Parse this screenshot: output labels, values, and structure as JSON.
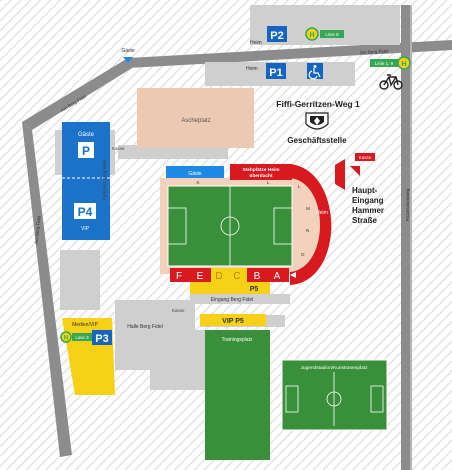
{
  "colors": {
    "road": "#8c8c8c",
    "building": "#cfcfcf",
    "parking_blue": "#1a73c9",
    "sign_blue": "#1565c0",
    "pitch_green": "#3a8f3a",
    "ascheplatz": "#ecc9b3",
    "track": "#f2d2bc",
    "stand_red": "#d71920",
    "vip_yellow": "#f7d117",
    "gaeste_blue": "#1e88e5",
    "bus_green": "#34a853",
    "hatch": "#e6e6e6"
  },
  "roads": {
    "am_berg_fidel_top": "Am Berg Fidel",
    "am_berg_fidel_diag": "Am Berg Fidel",
    "am_berg_fidel_left": "Am Berg Fidel",
    "prozessionsweg": "Prozessionsweg",
    "fiffi_gerritzen_weg": "Fiffi-Gerritzen-Weg 1",
    "parkplatz_berg_fidel": "Parkplatz Berg Fidel"
  },
  "labels": {
    "heim_top": "Heim",
    "heim_p1": "Heim",
    "heim_stand": "Heim",
    "gaeste_arrow": "Gäste",
    "gaeste_parking": "Gäste",
    "gaeste_block": "Gäste",
    "vip_parking": "VIP",
    "kasse_left": "Kasse",
    "kasse_bottom": "Kasse",
    "kasse_right": "Kasse",
    "ascheplatz": "Ascheplatz",
    "geschaeftsstelle": "Geschäftsstelle",
    "stehplaetze_1": "Stehplätze Heim",
    "stehplaetze_2": "überdacht",
    "haupt_eingang_1": "Haupt-",
    "haupt_eingang_2": "Eingang",
    "haupt_eingang_3": "Hammer",
    "haupt_eingang_4": "Straße",
    "eingang_berg_fidel": "Eingang Berg Fidel",
    "halle_berg_fidel": "Halle Berg Fidel",
    "medien_vip": "Medien/VIP",
    "vip_p5": "VIP  P5",
    "trainingsplatz": "Trainingsplatz",
    "jugendstadion": "Jugendstadion/Kunstrasenplatz"
  },
  "parking": {
    "p1": "P1",
    "p2": "P2",
    "p3": "P3",
    "p4": "P4",
    "p": "P",
    "p5": "P5"
  },
  "bus": {
    "linie_8": "Linie 8",
    "linie_1_9": "Linie 1, 9",
    "linie_3": "Linie 3",
    "icon": "H"
  },
  "blocks": {
    "bottom": [
      "F",
      "E",
      "D",
      "C",
      "B",
      "A"
    ],
    "top_letters": [
      "K",
      "L"
    ],
    "curve": [
      "L",
      "M",
      "N",
      "O"
    ]
  },
  "icons": [
    "bus-stop-icon",
    "wheelchair-icon",
    "bicycle-icon",
    "club-crest-icon",
    "arrow-down-icon",
    "arrow-left-icon"
  ]
}
